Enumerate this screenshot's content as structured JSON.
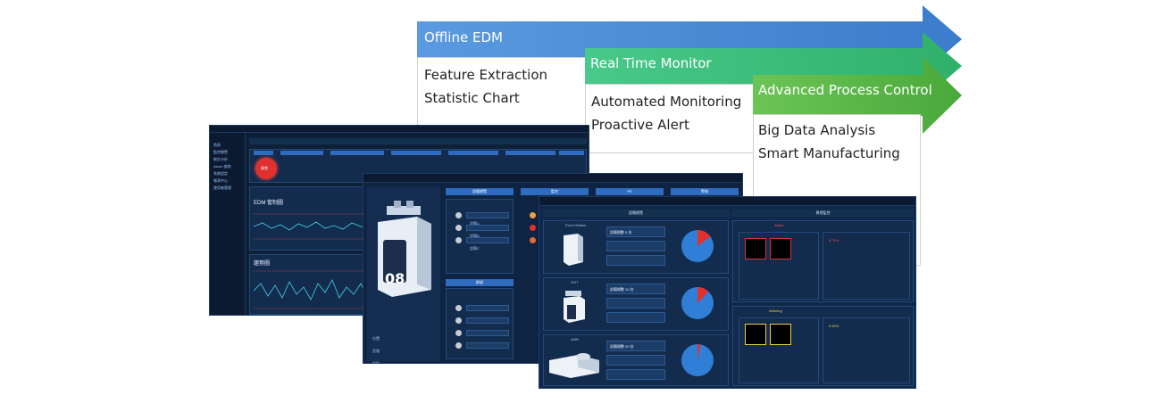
{
  "stages": [
    {
      "label": "Offline EDM",
      "color": "#4a8fd6",
      "items": [
        "Feature Extraction",
        "Statistic Chart"
      ]
    },
    {
      "label": "Real Time Monitor",
      "color": "#3bbf7a",
      "items": [
        "Automated Monitoring",
        "Proactive Alert"
      ]
    },
    {
      "label": "Advanced Process Control",
      "color": "#5db84a",
      "items": [
        "Big Data Analysis",
        "Smart Manufacturing"
      ]
    }
  ],
  "screen1": {
    "chart1_title": "EDM 管制圖",
    "chart2_title": "趨勢圖",
    "alarm_text": "異常",
    "sidebar": [
      "首頁",
      "監控總覽",
      "統計分析",
      "Alarm 查詢",
      "系統設定",
      "報表中心",
      "使用者管理"
    ]
  },
  "screen2": {
    "headers": [
      "設備總覽",
      "監控",
      "PE",
      "警報"
    ],
    "badge": "08",
    "lists": [
      "設備A",
      "設備B",
      "設備C"
    ],
    "group2_header": "群組",
    "fields": [
      "位置",
      "型號",
      "狀態"
    ]
  },
  "screen3": {
    "left_header": "設備總覽",
    "right_header": "異常監控",
    "units": [
      {
        "name": "Fixed Station",
        "count": "設備總數 5 台",
        "pie_pct": 0.15
      },
      {
        "name": "OHT",
        "count": "設備總數 10 台",
        "pie_pct": 0.12
      },
      {
        "name": "AMR",
        "count": "設備總數 20 台",
        "pie_pct": 0.03
      }
    ],
    "alarm_label": "Alarm",
    "warning_label": "Warning",
    "alarm_pct": "5.71%",
    "warning_pct": "5.50%"
  }
}
